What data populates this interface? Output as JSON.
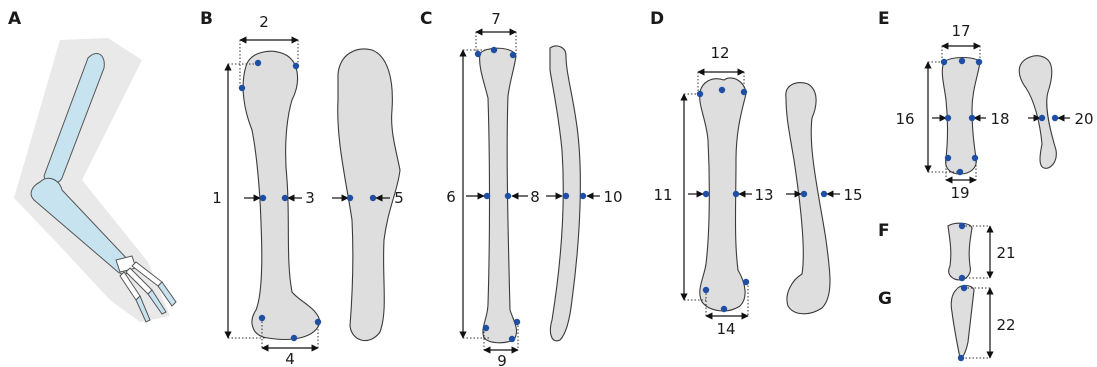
{
  "panels": {
    "a": {
      "letter": "A"
    },
    "b": {
      "letter": "B",
      "numbers": [
        "1",
        "2",
        "3",
        "4",
        "5"
      ]
    },
    "c": {
      "letter": "C",
      "numbers": [
        "6",
        "7",
        "8",
        "9",
        "10"
      ]
    },
    "d": {
      "letter": "D",
      "numbers": [
        "11",
        "12",
        "13",
        "14",
        "15"
      ]
    },
    "e": {
      "letter": "E",
      "numbers": [
        "16",
        "17",
        "18",
        "19",
        "20"
      ]
    },
    "f": {
      "letter": "F",
      "numbers": [
        "21"
      ]
    },
    "g": {
      "letter": "G",
      "numbers": [
        "22"
      ]
    }
  },
  "colors": {
    "bone_fill": "#dedede",
    "bone_outline": "#3a3a3a",
    "landmark": "#1f4fa3",
    "limb_highlight": "#c8e3f0",
    "limb_background": "#e9e9e9"
  }
}
